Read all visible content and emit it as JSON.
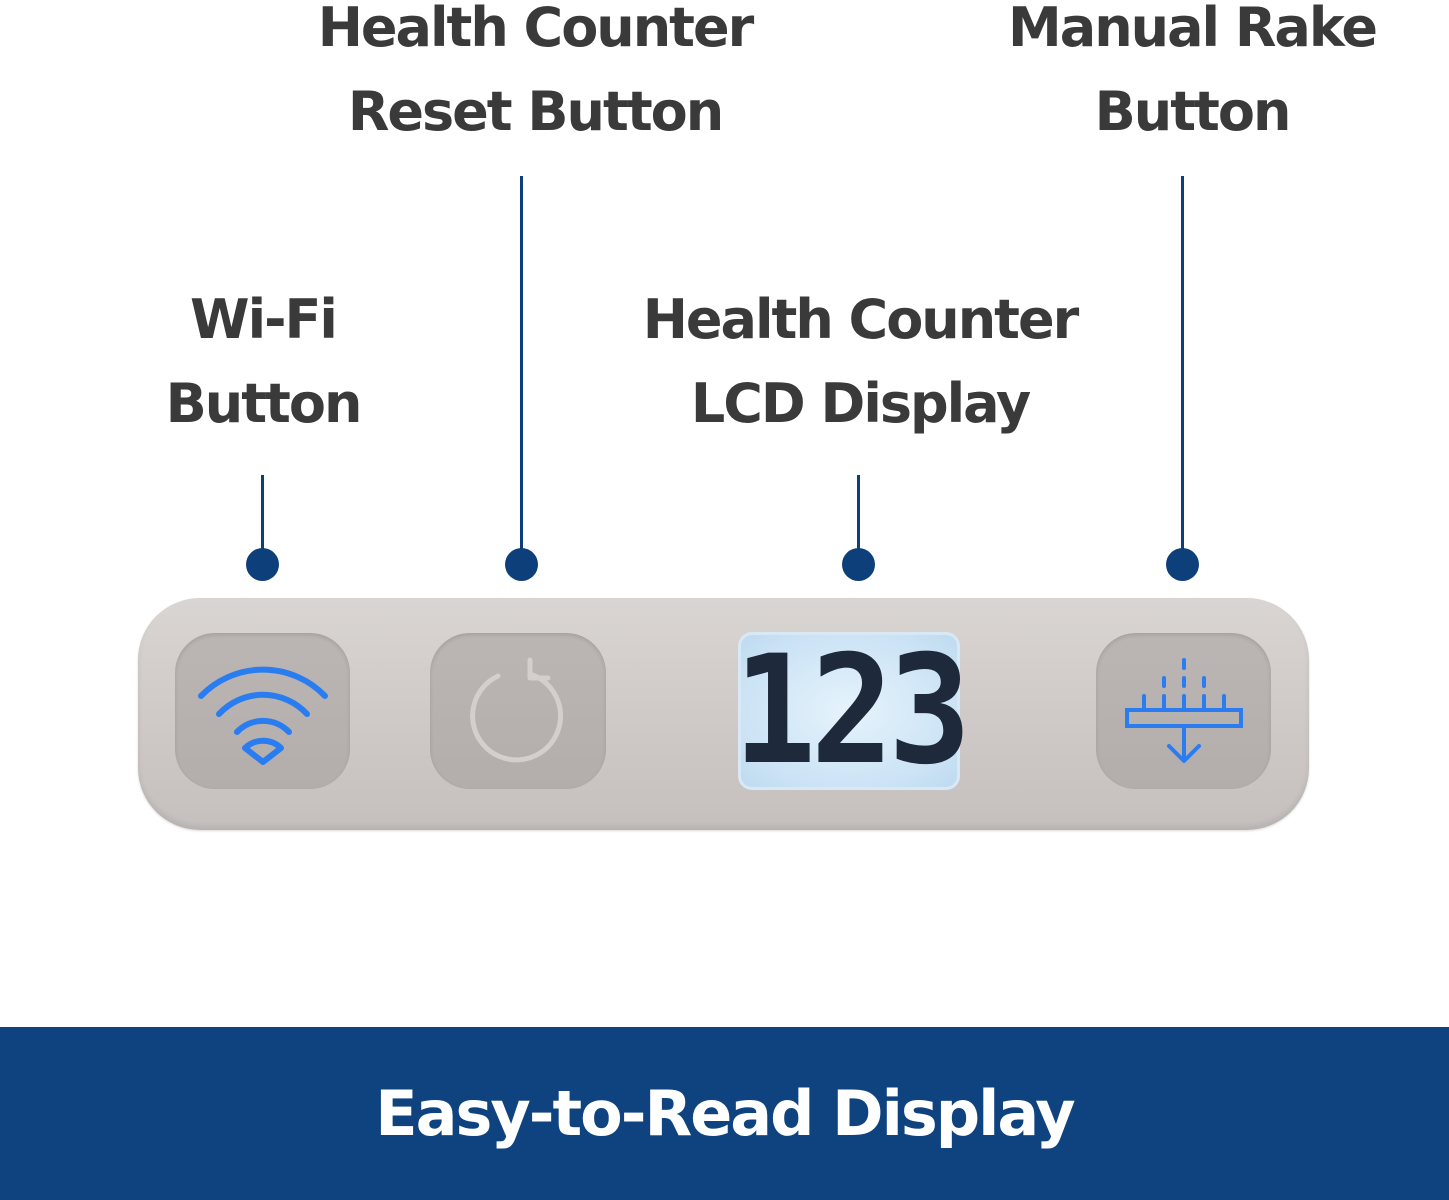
{
  "labels": {
    "wifi": [
      "Wi-Fi",
      "Button"
    ],
    "reset": [
      "Health Counter",
      "Reset Button"
    ],
    "lcd": [
      "Health Counter",
      "LCD Display"
    ],
    "rake": [
      "Manual Rake",
      "Button"
    ]
  },
  "lcd_readout": "123",
  "footer": {
    "title": "Easy-to-Read Display"
  },
  "icons": {
    "wifi": "wifi-icon",
    "reset": "reset-icon",
    "rake": "rake-icon"
  },
  "colors": {
    "accent": "#0f437f",
    "leader": "#0d3f7a",
    "icon_active": "#2a7df0",
    "icon_inactive": "#d2cfcd",
    "label_text": "#3a3a3a"
  }
}
